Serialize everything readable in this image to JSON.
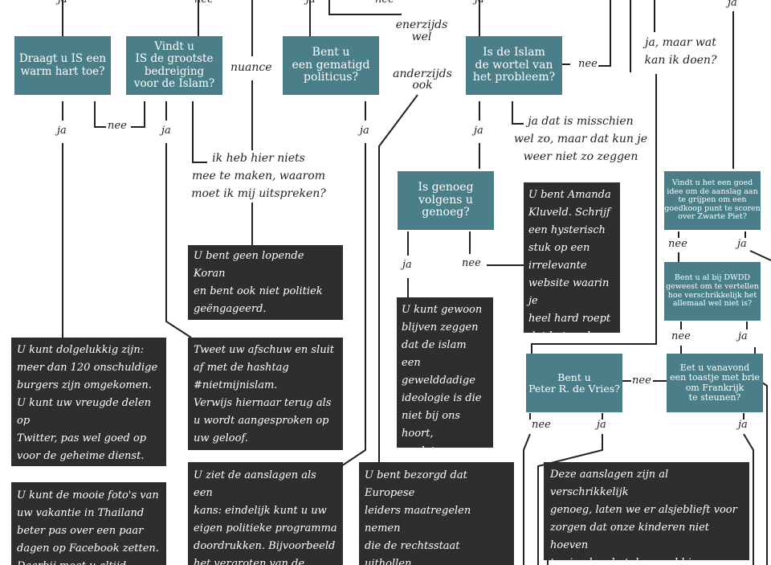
{
  "questions": {
    "is_warm": "Draagt u IS een\nwarm hart toe?",
    "is_threat": "Vindt u\nIS de grootste\nbedreiging\nvoor de Islam?",
    "moderate": "Bent u\neen gematigd\npoliticus?",
    "root": "Is de Islam\nde wortel van\nhet probleem?",
    "enough": "Is genoeg\nvolgens u\ngenoeg?",
    "zwarte_piet": "Vindt u het een goed\nidee om de aanslag aan\nte grijpen om een\ngoedkoop punt te scoren\nover Zwarte Piet?",
    "dwdd": "Bent u al bij DWDD\ngeweest om te vertellen\nhoe verschrikkelijk het\nallemaal wel niet is?",
    "peter": "Bent u\nPeter R. de Vries?",
    "toast": "Eet u vanavond\neen toastje met brie\nom Frankrijk\nte steunen?"
  },
  "answers": {
    "koran": "U bent geen lopende Koran\nen bent ook niet politiek\ngeëngageerd.\nLaat maar gewoon.",
    "happy": "U kunt dolgelukkig zijn:\nmeer dan 120 onschuldige\nburgers zijn omgekomen.\nU kunt uw vreugde delen op\nTwitter, pas wel goed op\nvoor de geheime dienst.\nU kunt de tering krijgen.",
    "tweet": "Tweet uw afschuw en sluit\naf met de hashtag\n#nietmijnislam.\nVerwijs hiernaar terug als\nu wordt aangesproken op\nuw geloof.",
    "kluveld": "U bent Amanda\nKluveld. Schrijf\neen hysterisch\nstuk op een\nirrelevante\nwebsite waarin je\nheel hard roept\ndat het oorlog is.",
    "ideology": "U kunt gewoon\nblijven zeggen\ndat de islam een\ngewelddadige\nideologie is die\nniet bij ons hoort,\nen dat grenzen\nmoeten sluiten.",
    "photos": "U kunt de mooie foto's van\nuw vakantie in Thailand\nbeter pas over een paar\ndagen op Facebook zetten.\nDaarbij moet u altijd",
    "chance": "U ziet de aanslagen als een\nkans: eindelijk kunt u uw\neigen politieke programma\ndoordrukken. Bijvoorbeeld\nhet vergroten van de\nbevoegdheden van de",
    "europe": "U bent bezorgd dat Europese\nleiders maatregelen nemen\ndie de rechtsstaat uithollen.\nU denkt te weten dat dat\nprecies is wat de terroristen\nwillen. U mag op Facebook",
    "children": "Deze aanslagen zijn al verschrikkelijk\ngenoeg, laten we er alsjeblieft voor\nzorgen dat onze kinderen niet hoeven\nte zien hoe kut de wereld is.\nZwarte Piet blijft zwart!"
  },
  "labels": {
    "ja_top1": "ja",
    "nee_top1": "nee",
    "ja_top2": "ja",
    "nee_top2": "nee",
    "ja_top3": "ja",
    "ja_top4": "ja",
    "nuance": "nuance",
    "enerzijds": "enerzijds\nwel",
    "anderzijds": "anderzijds\nook",
    "nee_root": "nee",
    "ja_maar": "ja, maar wat\nkan ik doen?",
    "ja_warm": "ja",
    "nee_warm_threat": "nee",
    "ja_threat": "ja",
    "niets": "ik heb hier niets\nmee te maken, waarom\nmoet ik mij uitspreken?",
    "ja_moderate": "ja",
    "ja_root": "ja",
    "misschien": "ja dat is misschien\nwel zo, maar dat kun je\nweer niet zo zeggen",
    "ja_enough": "ja",
    "nee_enough": "nee",
    "nee_zp": "nee",
    "ja_zp": "ja",
    "nee_dwdd": "nee",
    "ja_dwdd": "ja",
    "nee_peter_toast": "nee",
    "nee_peter": "nee",
    "ja_peter": "ja",
    "ja_toast": "ja"
  },
  "colors": {
    "question": "#4a7f89",
    "answer": "#2e2e2e",
    "line": "#222222"
  }
}
